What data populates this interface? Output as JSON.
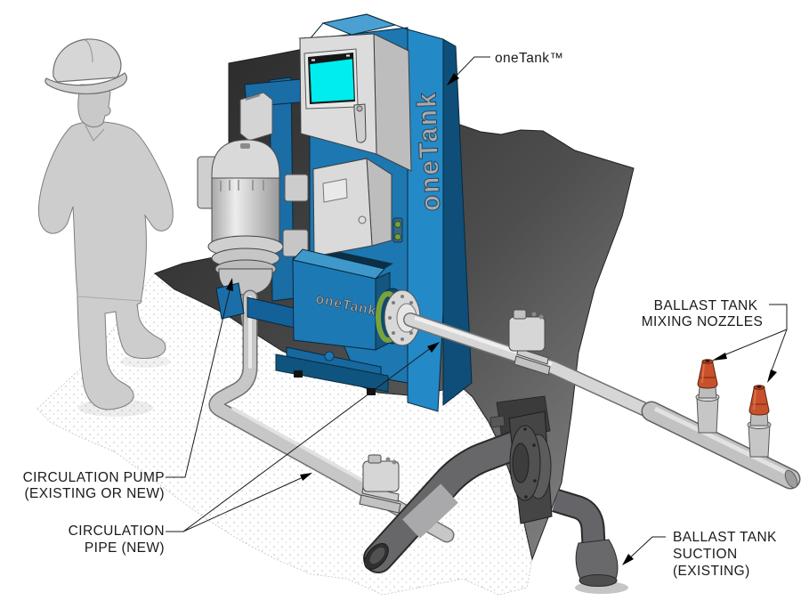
{
  "diagram": {
    "product_name": "oneTank",
    "callouts": {
      "product": "oneTank™",
      "nozzles_1": "BALLAST TANK",
      "nozzles_2": "MIXING NOZZLES",
      "pump_1": "CIRCULATION PUMP",
      "pump_2": "(EXISTING OR NEW)",
      "pipe_1": "CIRCULATION",
      "pipe_2": "PIPE (NEW)",
      "suction_1": "BALLAST TANK",
      "suction_2": "SUCTION",
      "suction_3": "(EXISTING)"
    },
    "equipment_markings": {
      "panel_vertical": "oneTank",
      "pump_unit": "oneTank"
    },
    "colors": {
      "brand_blue": "#1d79b4",
      "screen_cyan": "#00eded",
      "nozzle_orange": "#c8502b",
      "gasket_green": "#7aa23c",
      "bulkhead_gray": "#4a4a4a",
      "pipe_gray": "#c7c7c7",
      "suction_gray": "#67676a",
      "figure_gray": "#cdcdcd",
      "background": "#ffffff",
      "label_text": "#1a1a1a"
    }
  }
}
